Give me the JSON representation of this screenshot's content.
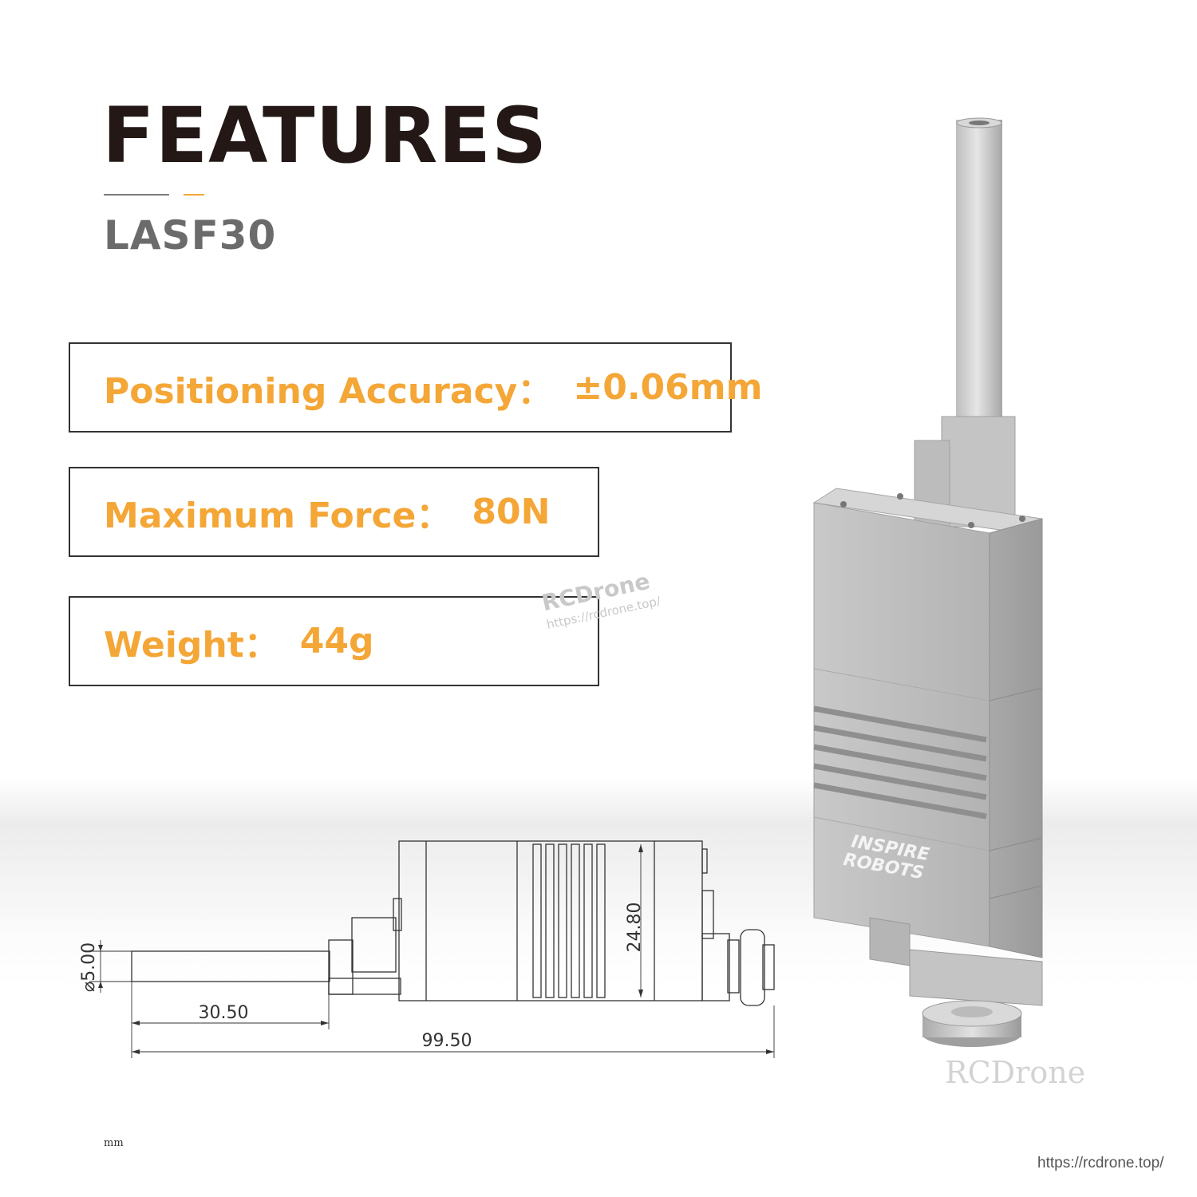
{
  "title": "FEATURES",
  "model": "LASF30",
  "specs": [
    {
      "label": "Positioning Accuracy：",
      "value": "±0.06mm"
    },
    {
      "label": "Maximum Force：",
      "value": "80N"
    },
    {
      "label": "Weight：",
      "value": "44g"
    }
  ],
  "drawing": {
    "unit": "mm",
    "diameter": "⌀5.00",
    "height": "24.80",
    "rod_length": "30.50",
    "total_length": "99.50"
  },
  "product_label": {
    "line1": "INSPIRE",
    "line2": "ROBOTS"
  },
  "watermarks": {
    "brand": "RCDrone",
    "url": "https://rcdrone.top/",
    "footer_url": "https://rcdrone.top/"
  },
  "colors": {
    "accent": "#f4a636",
    "title": "#231815",
    "subtitle": "#6b6b6b"
  }
}
